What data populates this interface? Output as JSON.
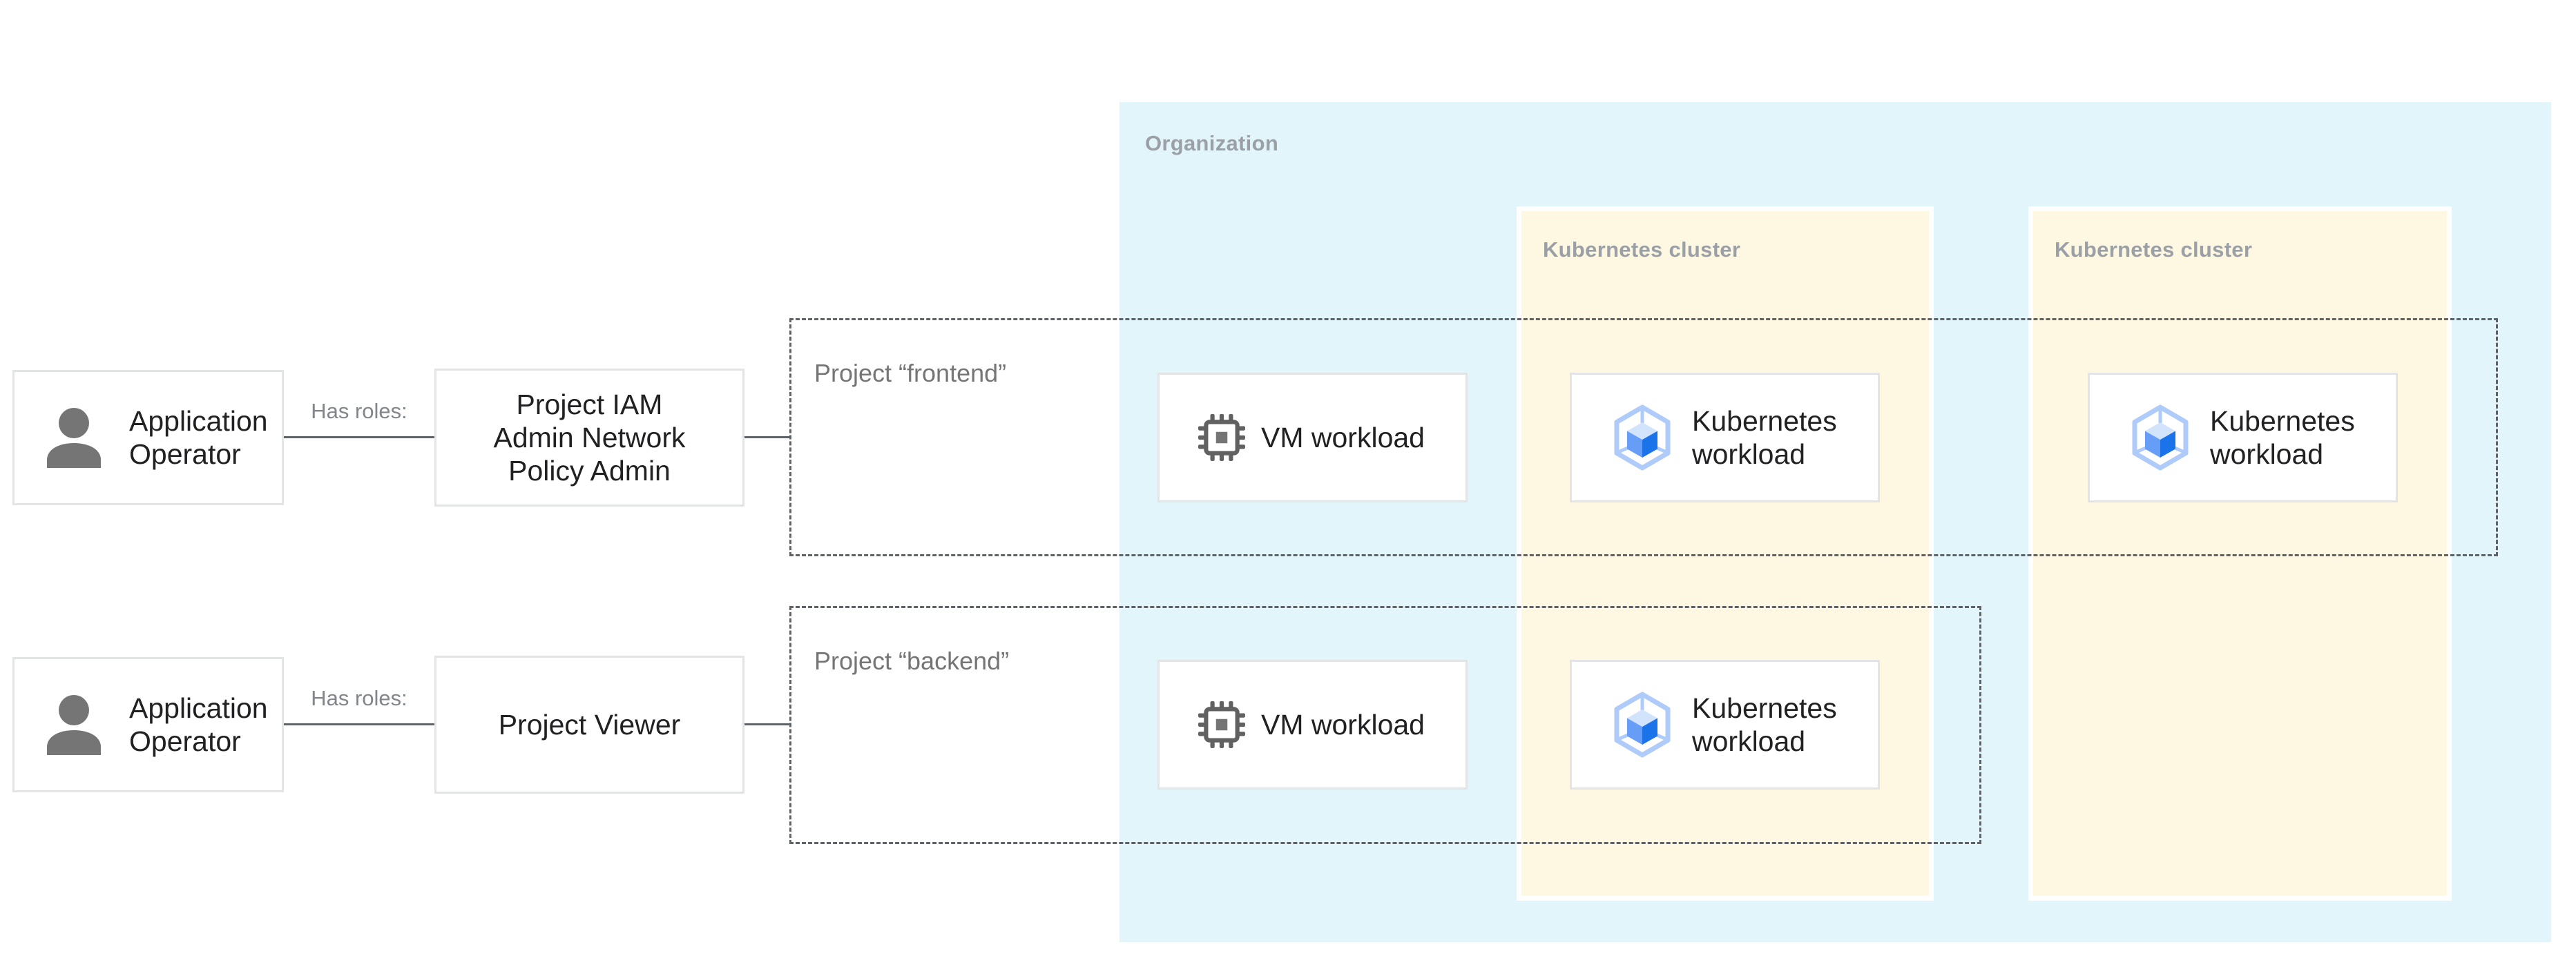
{
  "colors": {
    "page-bg": "#ffffff",
    "org-bg": "#e2f5fb",
    "cluster-bg": "#fef7e1",
    "cluster-border": "#ffffff",
    "card-border": "#e3e4e6",
    "ink": "#212124",
    "muted-label": "#9aa0a6",
    "boundary-label": "#757575",
    "edge-label": "#80868b",
    "line": "#5f6368",
    "dash": "#5f6368",
    "person-icon": "#757575",
    "chip-icon": "#616161",
    "chip-core": "#757575",
    "gke-hex": "#aecbfa",
    "gke-top": "#d2e3fc",
    "gke-left": "#669df6",
    "gke-right": "#1a73e8"
  },
  "organization": {
    "label": "Organization"
  },
  "clusters": [
    {
      "label": "Kubernetes cluster"
    },
    {
      "label": "Kubernetes cluster"
    }
  ],
  "projects": [
    {
      "label": "Project “frontend”"
    },
    {
      "label": "Project “backend”"
    }
  ],
  "actors": [
    {
      "label": "Application\nOperator"
    },
    {
      "label": "Application\nOperator"
    }
  ],
  "relations": [
    {
      "label": "Has roles:"
    },
    {
      "label": "Has roles:"
    }
  ],
  "roles": [
    {
      "label": "Project IAM\nAdmin Network\nPolicy Admin"
    },
    {
      "label": "Project Viewer"
    }
  ],
  "workloads": [
    {
      "label": "VM workload"
    },
    {
      "label": "Kubernetes\nworkload"
    },
    {
      "label": "Kubernetes\nworkload"
    },
    {
      "label": "VM workload"
    },
    {
      "label": "Kubernetes\nworkload"
    }
  ]
}
